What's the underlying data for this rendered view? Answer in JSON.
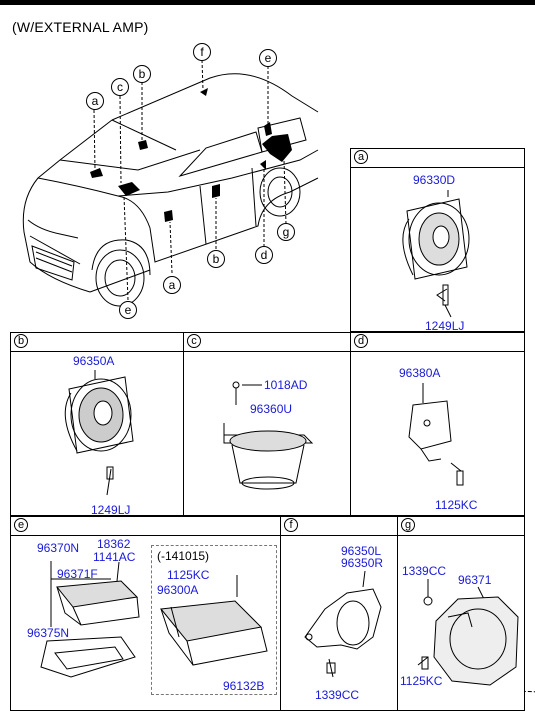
{
  "title": "(W/EXTERNAL AMP)",
  "car_callouts": {
    "a1": "a",
    "c": "c",
    "b1": "b",
    "f": "f",
    "e1": "e",
    "a2": "a",
    "b2": "b",
    "d": "d",
    "g": "g",
    "e2": "e"
  },
  "panel_a": {
    "letter": "a",
    "part": "96330D",
    "screw": "1249LJ"
  },
  "panel_b": {
    "letter": "b",
    "part": "96350A",
    "screw": "1249LJ"
  },
  "panel_c": {
    "letter": "c",
    "screw": "1018AD",
    "part": "96360U"
  },
  "panel_d": {
    "letter": "d",
    "part": "96380A",
    "screw": "1125KC"
  },
  "panel_e": {
    "letter": "e",
    "p1": "96370N",
    "p2": "18362",
    "p3": "1141AC",
    "p4": "96371F",
    "p5": "96375N",
    "inset_label": "(-141015)",
    "p6": "1125KC",
    "p7": "96300A",
    "p8": "96132B"
  },
  "panel_f": {
    "letter": "f",
    "p1": "96350L",
    "p2": "96350R",
    "p3": "1339CC"
  },
  "panel_g": {
    "letter": "g",
    "p1": "1339CC",
    "p2": "96371",
    "p3": "1125KC"
  }
}
